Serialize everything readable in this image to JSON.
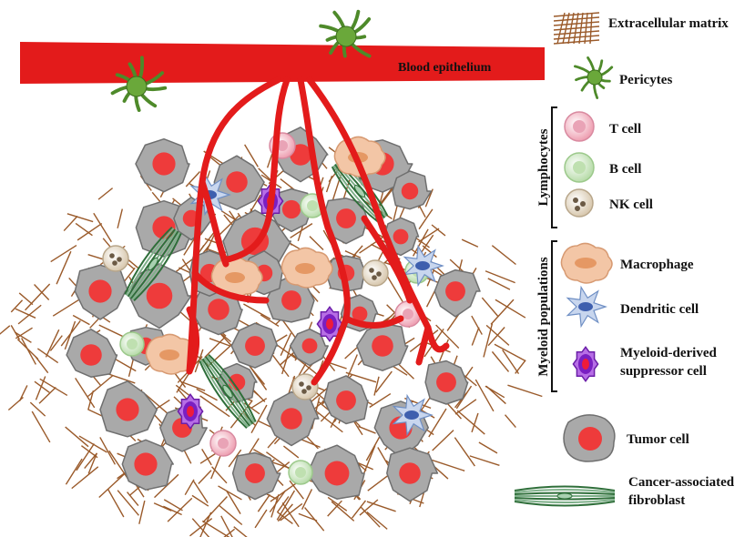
{
  "diagram": {
    "vessel_label": "Blood epithelium",
    "group_labels": {
      "lymphocytes": "Lymphocytes",
      "myeloid": "Myeloid populations"
    },
    "legend": {
      "ecm": "Extracellular matrix",
      "pericytes": "Pericytes",
      "t_cell": "T cell",
      "b_cell": "B cell",
      "nk_cell": "NK cell",
      "macrophage": "Macrophage",
      "dendritic": "Dendritic cell",
      "mdsc_line1": "Myeloid-derived",
      "mdsc_line2": "suppressor cell",
      "tumor": "Tumor cell",
      "caf_line1": "Cancer-associated",
      "caf_line2": "fibroblast"
    },
    "colors": {
      "vessel": "#e31b1b",
      "ecm": "#9a5a2a",
      "pericyte": "#4e8a2a",
      "tumor_body": "#a9a9a9",
      "tumor_nucleus": "#ee3b3b",
      "t_cell": "#f2b8c4",
      "b_cell": "#cfe8c4",
      "nk_cell": "#e8dcc8",
      "macrophage": "#f3c6a6",
      "dendritic": "#c8d6ee",
      "mdsc": "#8b2fc9",
      "fibroblast": "#2f6f3a"
    }
  }
}
